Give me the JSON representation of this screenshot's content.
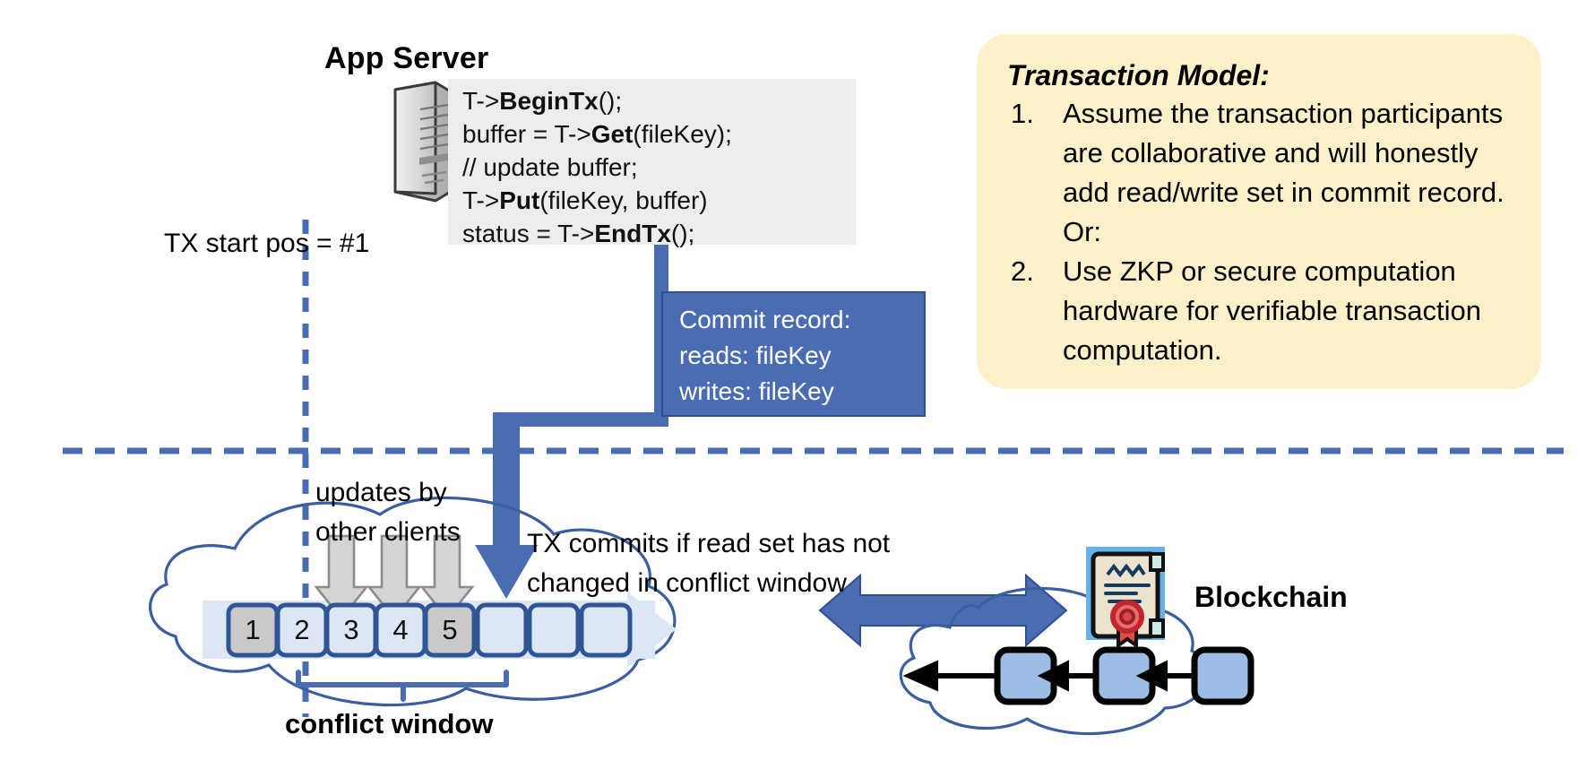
{
  "diagram": {
    "title": "Transactional key-value store over blockchain — conflict window diagram"
  },
  "app_server": {
    "title": "App Server",
    "server_icon": "server-tower-icon",
    "code": [
      {
        "pre": "T->",
        "bold": "BeginTx",
        "post": "();"
      },
      {
        "pre": "buffer = T->",
        "bold": "Get",
        "post": "(fileKey);"
      },
      {
        "pre": "// update buffer;",
        "bold": "",
        "post": ""
      },
      {
        "pre": "T->",
        "bold": "Put",
        "post": "(fileKey, buffer)"
      },
      {
        "pre": "status = T->",
        "bold": "EndTx",
        "post": "();"
      }
    ]
  },
  "tx_start": {
    "label": "TX start pos = #1"
  },
  "commit_record": {
    "lines": [
      "Commit record:",
      "reads: fileKey",
      "writes: fileKey"
    ],
    "fill": "#4a6cb3",
    "border": "#2f4f8f",
    "text_color": "#ffffff"
  },
  "transaction_model": {
    "title": "Transaction Model:",
    "fill": "#fbf0c8",
    "items": [
      {
        "num": "1.",
        "text": "Assume the transaction participants are collaborative and will honestly add read/write set in commit record.  Or:"
      },
      {
        "num": "2.",
        "text": "Use ZKP or secure computation hardware for verifiable transaction computation."
      }
    ]
  },
  "log": {
    "updates_label_lines": [
      "updates by",
      "other clients"
    ],
    "tx_commits_label_lines": [
      "TX commits if read set has not",
      "changed in conflict window"
    ],
    "conflict_window_label": "conflict window",
    "blocks": [
      {
        "label": "1",
        "state": "committed"
      },
      {
        "label": "2",
        "state": "updated"
      },
      {
        "label": "3",
        "state": "updated"
      },
      {
        "label": "4",
        "state": "updated"
      },
      {
        "label": "5",
        "state": "committed"
      },
      {
        "label": "",
        "state": "empty"
      },
      {
        "label": "",
        "state": "empty"
      },
      {
        "label": "",
        "state": "empty"
      }
    ],
    "update_arrow_count": 3,
    "colors": {
      "committed_fill": "#c9c9c9",
      "empty_fill": "#dce7f5",
      "block_border": "#2f5597",
      "accent_blue": "#4a6cb3",
      "cloud_stroke": "#3b5f9e"
    }
  },
  "blockchain": {
    "label": "Blockchain",
    "certificate_icon": "certificate-seal-icon",
    "block_count": 3,
    "block_fill": "#9dbde4",
    "arrow_color": "#000000",
    "double_arrow_color": "#4a6cb3"
  },
  "separator": {
    "style": "dashed",
    "color": "#4a6cb3"
  }
}
